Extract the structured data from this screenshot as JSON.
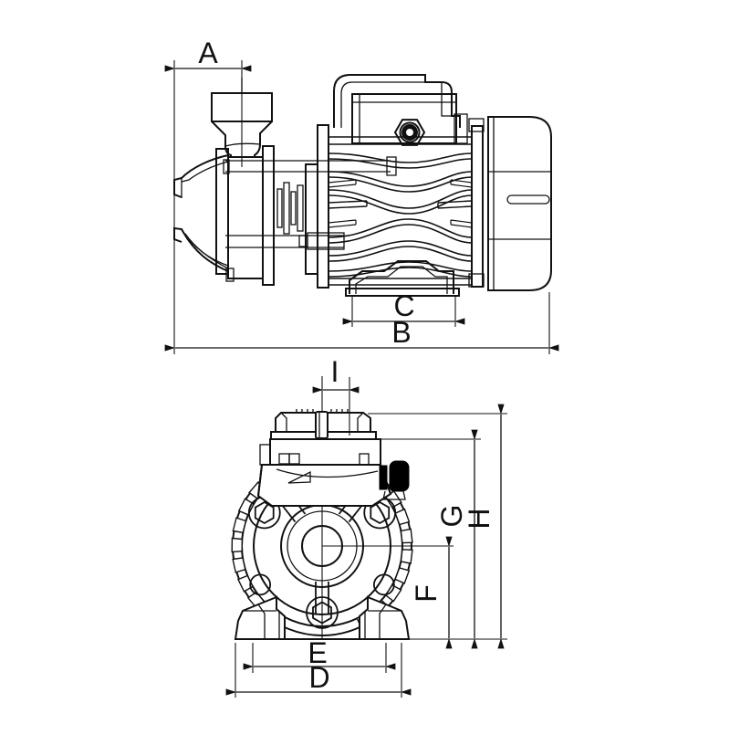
{
  "drawing": {
    "type": "pump-dimensional-outline-drawing",
    "colors": {
      "line": "#111111",
      "background": "#ffffff",
      "cable_gland": "#000000"
    },
    "views": {
      "side_view": {
        "dimensions": {
          "A": "A",
          "B": "B",
          "C": "C"
        }
      },
      "front_view": {
        "dimensions": {
          "D": "D",
          "E": "E",
          "F": "F",
          "G": "G",
          "H": "H",
          "I": "I"
        }
      }
    }
  }
}
